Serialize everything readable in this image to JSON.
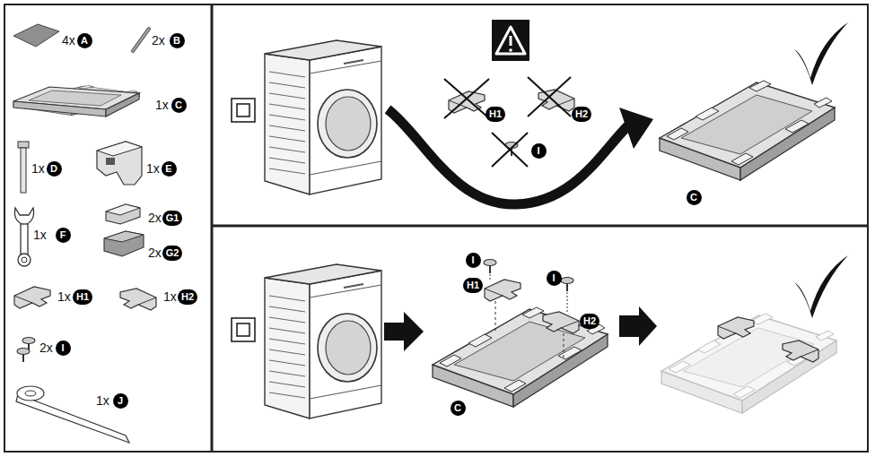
{
  "diagram": {
    "nodes": [
      {
        "text": [
          "A"
        ]
      },
      {
        "text": [
          "B"
        ]
      },
      {
        "text": [
          "C"
        ]
      },
      {
        "text": [
          "D"
        ]
      },
      {
        "text": [
          "E"
        ]
      },
      {
        "text": [
          "F"
        ]
      },
      {
        "text": [
          "G1"
        ]
      },
      {
        "text": [
          "G2"
        ]
      },
      {
        "text": [
          "H1"
        ]
      },
      {
        "text": [
          "H2"
        ]
      },
      {
        "text": [
          "I"
        ]
      },
      {
        "text": [
          "J"
        ]
      },
      {
        "text": [
          "H1"
        ]
      },
      {
        "text": [
          "H2"
        ]
      },
      {
        "text": [
          "I"
        ]
      },
      {
        "text": [
          "C"
        ]
      },
      {
        "text": [
          "I"
        ]
      },
      {
        "text": [
          "H1"
        ]
      },
      {
        "text": [
          "I"
        ]
      },
      {
        "text": [
          "H2"
        ]
      },
      {
        "text": [
          "C"
        ]
      }
    ],
    "labels": [
      "4x",
      "2x",
      "1x",
      "1x",
      "1x",
      "1x",
      "2x",
      "2x",
      "1x",
      "1x",
      "2x",
      "1x"
    ]
  }
}
